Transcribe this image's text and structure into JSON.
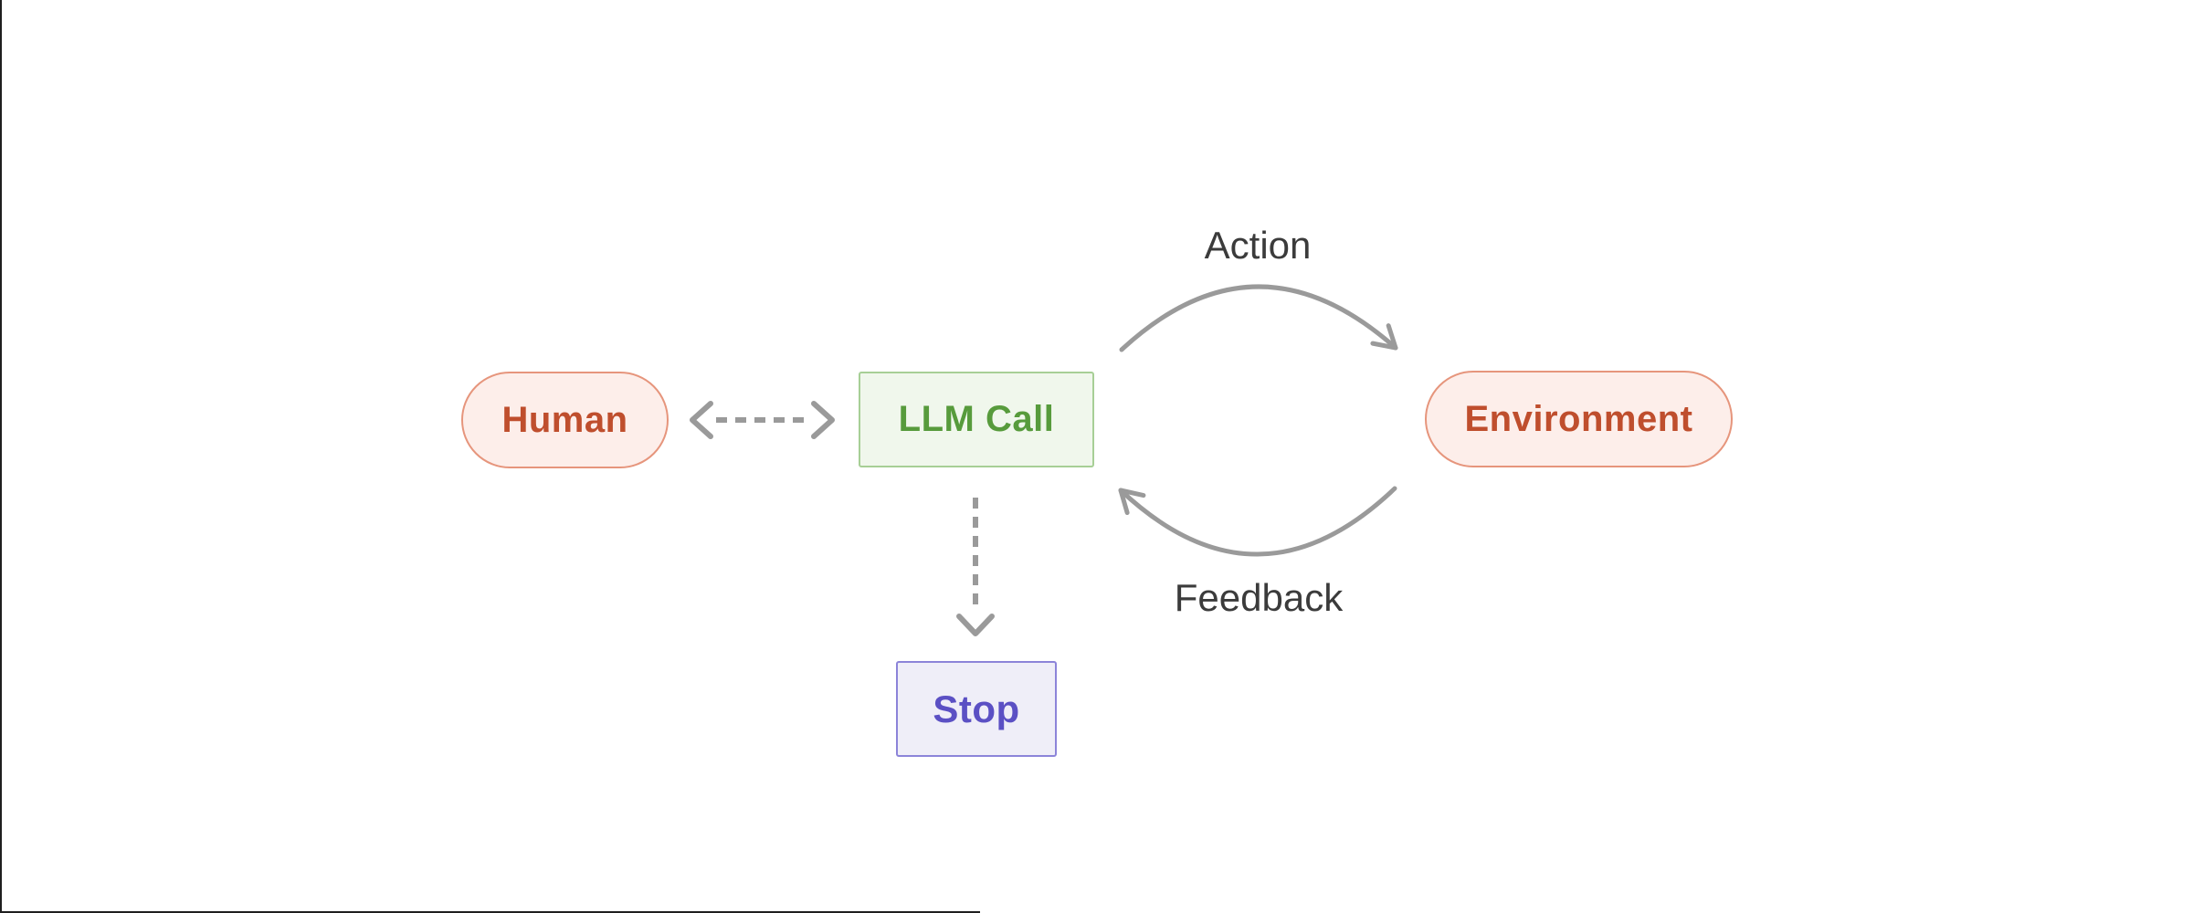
{
  "diagram": {
    "title": "agent-loop-diagram",
    "nodes": {
      "human": {
        "label": "Human",
        "shape": "pill"
      },
      "llm_call": {
        "label": "LLM Call",
        "shape": "rect"
      },
      "environment": {
        "label": "Environment",
        "shape": "pill"
      },
      "stop": {
        "label": "Stop",
        "shape": "rect"
      }
    },
    "edges": {
      "action": {
        "label": "Action",
        "from": "llm_call",
        "to": "environment",
        "style": "curved-arrow"
      },
      "feedback": {
        "label": "Feedback",
        "from": "environment",
        "to": "llm_call",
        "style": "curved-arrow"
      },
      "human_llm": {
        "label": "",
        "from": "human",
        "to": "llm_call",
        "style": "dashed-double-arrow"
      },
      "llm_stop": {
        "label": "",
        "from": "llm_call",
        "to": "stop",
        "style": "dashed-arrow"
      }
    },
    "colors": {
      "pill_fill": "#fdeeea",
      "pill_border": "#e6957c",
      "pill_text": "#bf4e2d",
      "llm_fill": "#f0f7ec",
      "llm_border": "#a7cf96",
      "llm_text": "#579b3c",
      "stop_fill": "#efeef8",
      "stop_border": "#8c84d9",
      "stop_text": "#5b50c4",
      "arrow": "#9a9a9a",
      "edge_label": "#3b3b3b",
      "frame_line": "#1f1f1f"
    }
  }
}
